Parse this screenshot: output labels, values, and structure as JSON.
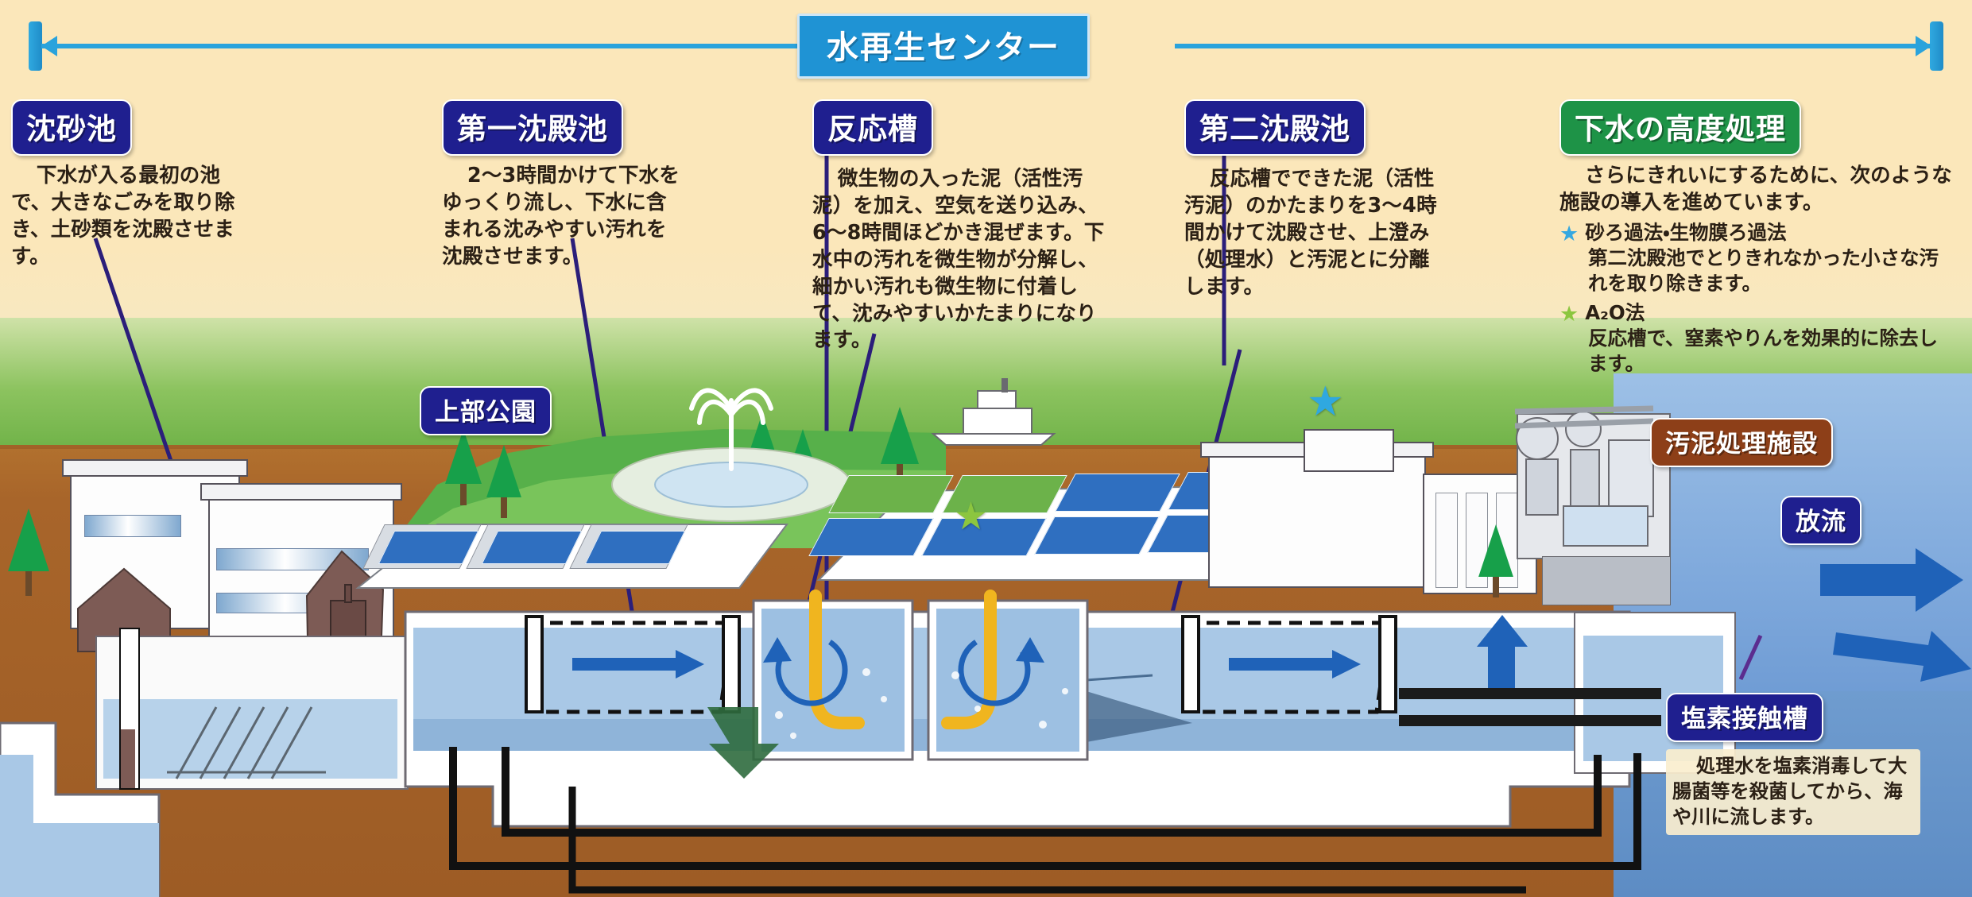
{
  "banner": {
    "title": "水再生センター",
    "accent_color": "#1f93d4"
  },
  "sections": [
    {
      "id": "grit-chamber",
      "label": "沈砂池",
      "label_color": "#1f1f8f",
      "body": "下水が入る最初の池で、大きなごみを取り除き、土砂類を沈殿させます。"
    },
    {
      "id": "primary-sedimentation-tank",
      "label": "第一沈殿池",
      "label_color": "#1f1f8f",
      "body": "2〜3時間かけて下水をゆっくり流し、下水に含まれる沈みやすい汚れを沈殿させます。"
    },
    {
      "id": "reaction-tank",
      "label": "反応槽",
      "label_color": "#1f1f8f",
      "body": "微生物の入った泥（活性汚泥）を加え、空気を送り込み、6〜8時間ほどかき混ぜます。下水中の汚れを微生物が分解し、細かい汚れも微生物に付着して、沈みやすいかたまりになります。"
    },
    {
      "id": "secondary-sedimentation-tank",
      "label": "第二沈殿池",
      "label_color": "#1f1f8f",
      "body": "反応槽でできた泥（活性汚泥）のかたまりを3〜4時間かけて沈殿させ、上澄み（処理水）と汚泥とに分離します。"
    }
  ],
  "advanced": {
    "label": "下水の高度処理",
    "label_color": "#1e9347",
    "intro": "さらにきれいにするために、次のような施設の導入を進めています。",
    "items": [
      {
        "marker": "star-blue-icon",
        "marker_color": "#35a8e0",
        "title": "砂ろ過法・生物膜ろ過法",
        "desc": "第二沈殿池でとりきれなかった小さな汚れを取り除きます。"
      },
      {
        "marker": "star-green-icon",
        "marker_color": "#8cc63f",
        "title": "A₂O法",
        "desc": "反応槽で、窒素やりんを効果的に除去します。"
      }
    ]
  },
  "scene_labels": {
    "rooftop_park": "上部公園",
    "sludge_facility": "汚泥処理施設",
    "sludge_facility_color": "#8d3f18",
    "discharge": "放流",
    "discharge_color": "#1f1f8f"
  },
  "chlorine": {
    "label": "塩素接触槽",
    "label_color": "#1f1f8f",
    "body": "処理水を塩素消毒して大腸菌等を殺菌してから、海や川に流します。"
  }
}
